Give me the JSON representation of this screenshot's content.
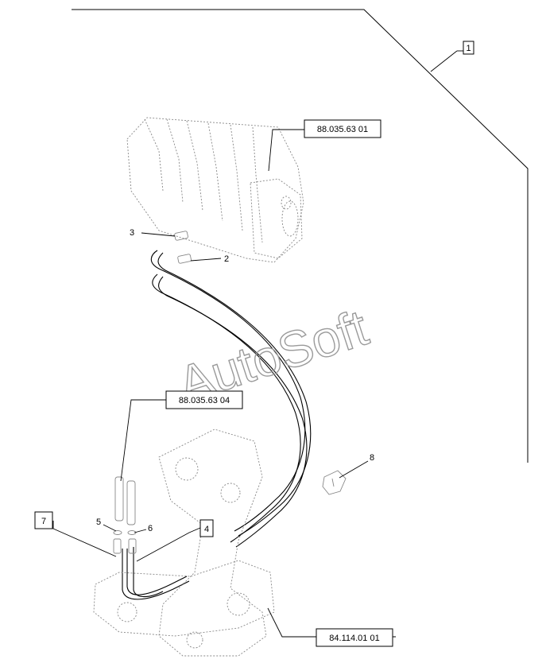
{
  "references": {
    "valve_block": "88.035.63 01",
    "cylinder": "88.035.63 04",
    "boom": "84.114.01 01"
  },
  "callouts": {
    "group": "1",
    "item2": "2",
    "item3": "3",
    "item4": "4",
    "item5": "5",
    "item6": "6",
    "item7": "7",
    "item8": "8"
  },
  "watermark": "AutoSoft"
}
